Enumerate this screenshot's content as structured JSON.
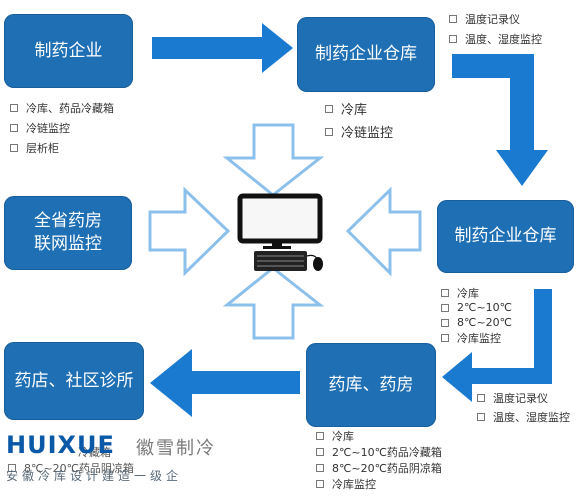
{
  "nodes": {
    "pharma": "制药企业",
    "warehouse_top": "制药企业仓库",
    "provincial_line1": "全省药房",
    "provincial_line2": "联网监控",
    "warehouse_right": "制药企业仓库",
    "pharmacy": "药店、社区诊所",
    "drugstore": "药库、药房"
  },
  "lists": {
    "pharma": [
      "冷库、药品冷藏箱",
      "冷链监控",
      "层析柜"
    ],
    "warehouse_top_upper": [
      "温度记录仪",
      "温度、湿度监控"
    ],
    "warehouse_top_lower": [
      "冷库",
      "冷链监控"
    ],
    "warehouse_right": [
      "冷库",
      "2℃~10℃",
      "8℃~20℃",
      "冷库监控"
    ],
    "drugstore_upper": [
      "温度记录仪",
      "温度、湿度监控"
    ],
    "drugstore_lower": [
      "冷库",
      "2℃~10℃药品冷藏箱",
      "8℃~20℃药品阴凉箱",
      "冷库监控"
    ],
    "pharmacy_partial": [
      "冷藏箱",
      "8℃~20℃药品阴凉箱"
    ]
  },
  "brand": {
    "logo": "HUIXUE",
    "name": "徽雪制冷",
    "slogan": "安徽冷库设计建造一级企"
  },
  "colors": {
    "box": "#1f6fb4",
    "arrow_solid": "#1a7ad0",
    "arrow_outline": "#8cc0ec"
  }
}
